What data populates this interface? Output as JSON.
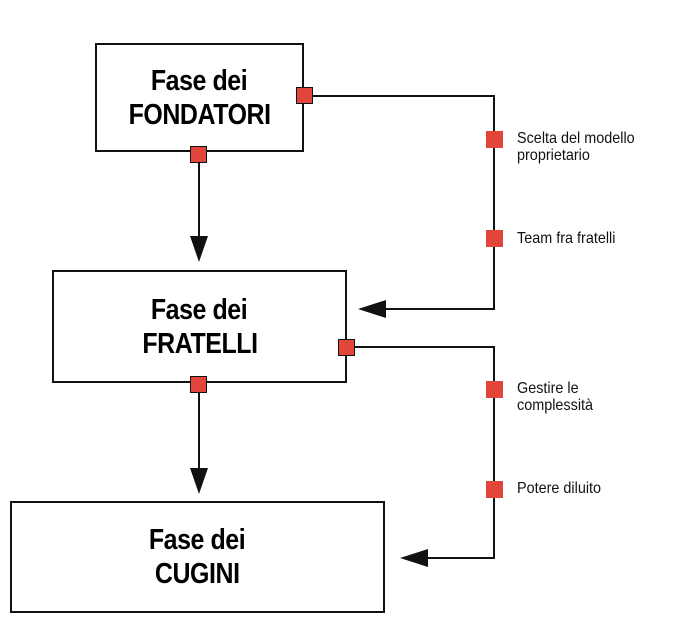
{
  "stages": [
    {
      "line1": "Fase dei",
      "line2": "FONDATORI"
    },
    {
      "line1": "Fase dei",
      "line2": "FRATELLI"
    },
    {
      "line1": "Fase dei",
      "line2": "CUGINI"
    }
  ],
  "transitions": [
    {
      "from": "FONDATORI",
      "to": "FRATELLI",
      "factors": [
        {
          "line1": "Scelta del modello",
          "line2": "proprietario"
        },
        {
          "line1": "Team fra fratelli",
          "line2": ""
        }
      ]
    },
    {
      "from": "FRATELLI",
      "to": "CUGINI",
      "factors": [
        {
          "line1": "Gestire le",
          "line2": "complessità"
        },
        {
          "line1": "Potere diluito",
          "line2": ""
        }
      ]
    }
  ],
  "colors": {
    "marker": "#e2463a",
    "line": "#111111",
    "background": "#ffffff"
  }
}
